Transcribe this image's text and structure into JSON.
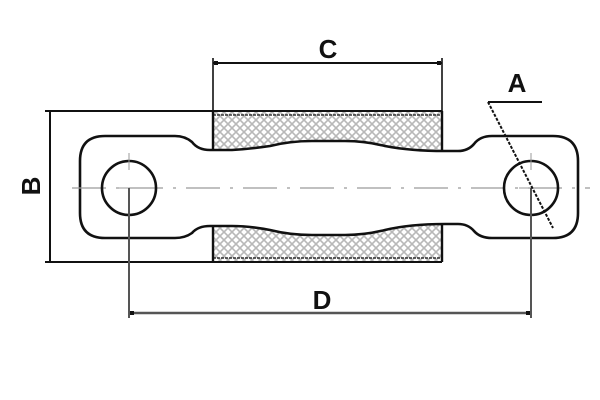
{
  "diagram": {
    "title": "",
    "type": "technical-drawing",
    "subject": "link with rubber bushing block and two eye holes",
    "colors": {
      "stroke": "#111111",
      "centerline": "#9a9a9a",
      "hatch": "#c8c8c8",
      "background": "#ffffff"
    },
    "dimensions": {
      "A": {
        "label": "A",
        "meaning": "hole diameter (leader)"
      },
      "B": {
        "label": "B",
        "meaning": "overall height of rubber block"
      },
      "C": {
        "label": "C",
        "meaning": "width of rubber block"
      },
      "D": {
        "label": "D",
        "meaning": "center-to-center distance of holes"
      }
    }
  }
}
